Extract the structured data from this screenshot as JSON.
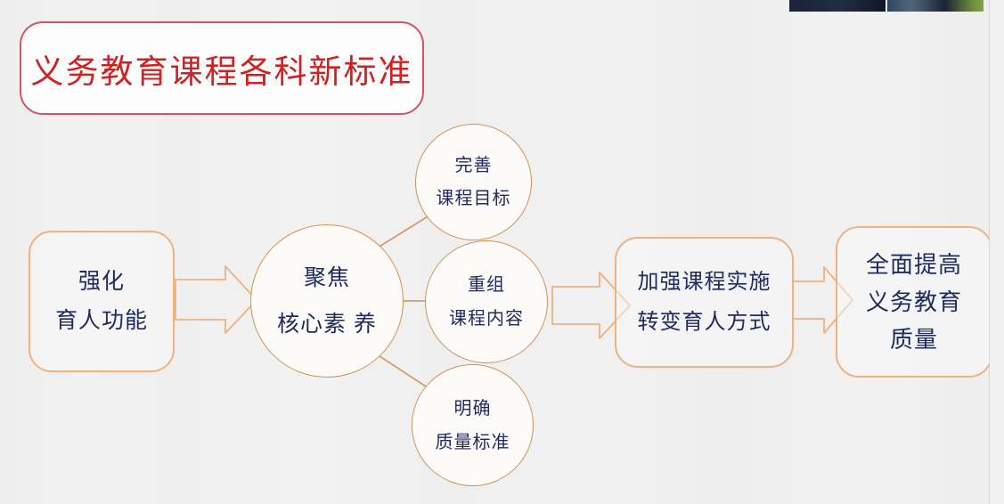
{
  "slide": {
    "background_color": "#f1f1f1",
    "title": {
      "text": "义务教育课程各科新标准",
      "text_color": "#cf2222",
      "border_color": "#d2546a"
    },
    "accent_colors": {
      "box_border": "#f0b17d",
      "circle_border": "#cf9352",
      "node_text": "#1f2a5e",
      "arrow_stroke": "#f0b17d",
      "connector": "#cf9352"
    },
    "nodes": {
      "strengthen": {
        "name": "强化育人功能",
        "lines": [
          "强化",
          "育人功能"
        ]
      },
      "core_literacy": {
        "name": "聚焦核心素养",
        "lines": [
          "聚焦",
          "核心素 养"
        ]
      },
      "perfect_goal": {
        "name": "完善课程目标",
        "lines": [
          "完善",
          "课程目标"
        ]
      },
      "reorganize_content": {
        "name": "重组课程内容",
        "lines": [
          "重组",
          "课程内容"
        ]
      },
      "clarify_standard": {
        "name": "明确质量标准",
        "lines": [
          "明确",
          "质量标准"
        ]
      },
      "implementation": {
        "name": "加强课程实施转变育人方式",
        "lines": [
          "加强课程实施",
          "转变育人方式"
        ]
      },
      "quality": {
        "name": "全面提高义务教育质量",
        "lines": [
          "全面提高",
          "义务教育",
          "质量"
        ]
      }
    },
    "arrows": [
      {
        "id": "arrow-strengthen-to-core",
        "from": "强化育人功能",
        "to": "聚焦核心素养"
      },
      {
        "id": "arrow-content-to-implementation",
        "from": "重组课程内容",
        "to": "加强课程实施转变育人方式"
      },
      {
        "id": "arrow-implementation-to-quality",
        "from": "加强课程实施转变育人方式",
        "to": "全面提高义务教育质量"
      }
    ],
    "connectors": [
      {
        "id": "connector-core-to-goal",
        "from": "聚焦核心素养",
        "to": "完善课程目标"
      },
      {
        "id": "connector-core-to-content",
        "from": "聚焦核心素养",
        "to": "重组课程内容"
      },
      {
        "id": "connector-core-to-standard",
        "from": "聚焦核心素养",
        "to": "明确质量标准"
      }
    ],
    "photo_strip": {
      "name": "cropped-photo-thumbnails",
      "thumbnail_count": 2
    }
  }
}
